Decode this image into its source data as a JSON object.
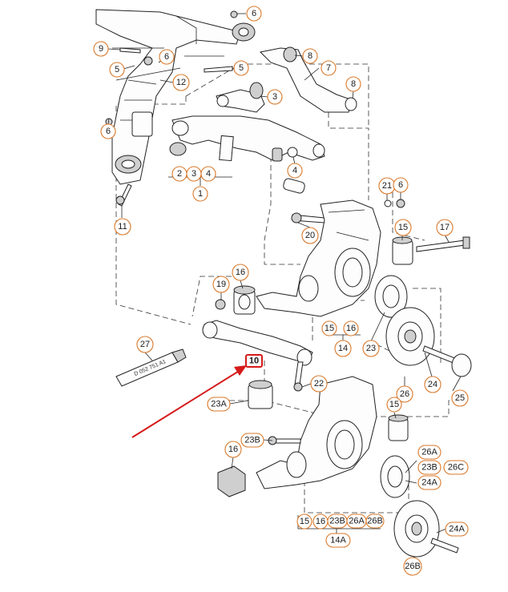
{
  "diagram": {
    "highlighted_part": "10",
    "tube_label": "D 052 751 A1",
    "callouts": {
      "c6a": "6",
      "c9": "9",
      "c5a": "5",
      "c6b": "6",
      "c5b": "5",
      "c12": "12",
      "c8a": "8",
      "c7": "7",
      "c3a": "3",
      "c8b": "8",
      "c6c": "6",
      "c2": "2",
      "c3b": "3",
      "c4a": "4",
      "c1": "1",
      "c4b": "4",
      "c11": "11",
      "c21": "21",
      "c6d": "6",
      "c20": "20",
      "c15a": "15",
      "c17": "17",
      "c16a": "16",
      "c19": "19",
      "c27": "27",
      "c10": "10",
      "c15b": "15",
      "c16b": "16",
      "c14": "14",
      "c23": "23",
      "c24": "24",
      "c22": "22",
      "c25": "25",
      "c26": "26",
      "c23A": "23A",
      "c15c": "15",
      "c23B": "23B",
      "c16c": "16",
      "c26A": "26A",
      "c23Bb": "23B",
      "c26C": "26C",
      "c24A": "24A",
      "c15d": "15",
      "c16d": "16",
      "c23Bc": "23B",
      "c26Ab": "26A",
      "c26B": "26B",
      "c14A": "14A",
      "c24Ab": "24A",
      "c26Bb": "26B"
    }
  },
  "colors": {
    "callout_border": "#d9792b",
    "arrow": "#d61a1a",
    "highlight_box": "#d61a1a"
  }
}
